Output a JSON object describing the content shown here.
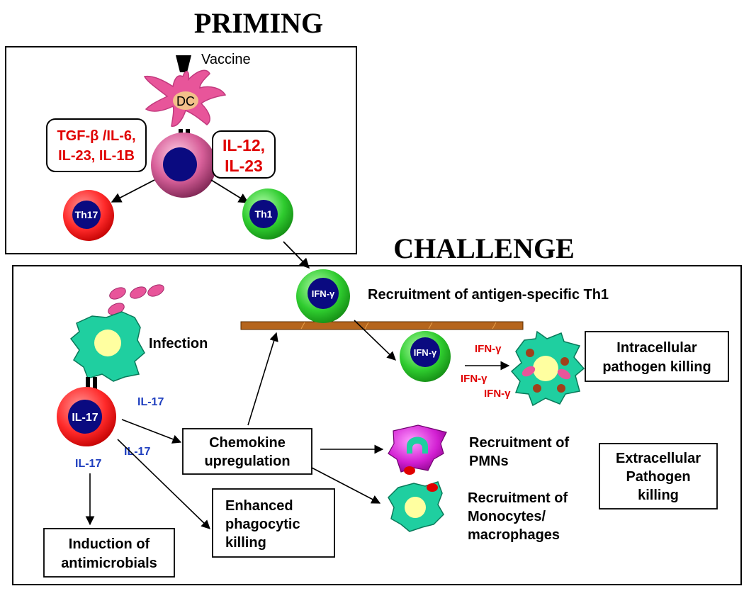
{
  "headers": {
    "priming": "PRIMING",
    "challenge": "CHALLENGE"
  },
  "priming": {
    "vaccine": "Vaccine",
    "dc": "DC",
    "cytokines_left": [
      "TGF-β /IL-6,",
      "IL-23, IL-1B"
    ],
    "cytokines_right": [
      "IL-12,",
      "IL-23"
    ],
    "th17": "Th17",
    "th1": "Th1"
  },
  "challenge": {
    "ifn_cell": "IFN-γ",
    "recruit_th1": "Recruitment of antigen-specific Th1",
    "infection": "Infection",
    "il17_cell": "IL-17",
    "il17_labels": [
      "IL-17",
      "IL-17",
      "IL-17"
    ],
    "ifn_labels": [
      "IFN-γ",
      "IFN-γ",
      "IFN-γ"
    ],
    "intracellular": [
      "Intracellular",
      "pathogen killing"
    ],
    "chemokine": [
      "Chemokine",
      "upregulation"
    ],
    "pmn": [
      "Recruitment of",
      "PMNs"
    ],
    "monocytes": [
      "Recruitment of",
      "Monocytes/",
      "macrophages"
    ],
    "extracellular": [
      "Extracellular",
      "Pathogen",
      "killing"
    ],
    "phagocytic": [
      "Enhanced",
      "phagocytic",
      "killing"
    ],
    "antimicrobials": [
      "Induction of",
      "antimicrobials"
    ]
  },
  "colors": {
    "th17": "#ff2020",
    "th1": "#22bb22",
    "nucleus": "#0a0a80",
    "dc": "#e8559a",
    "macrophage": "#1fcfa0",
    "pmn": "#d21fd2",
    "label_red": "#e00000",
    "label_blue": "#1f3fbf",
    "vessel": "#b5651d"
  }
}
